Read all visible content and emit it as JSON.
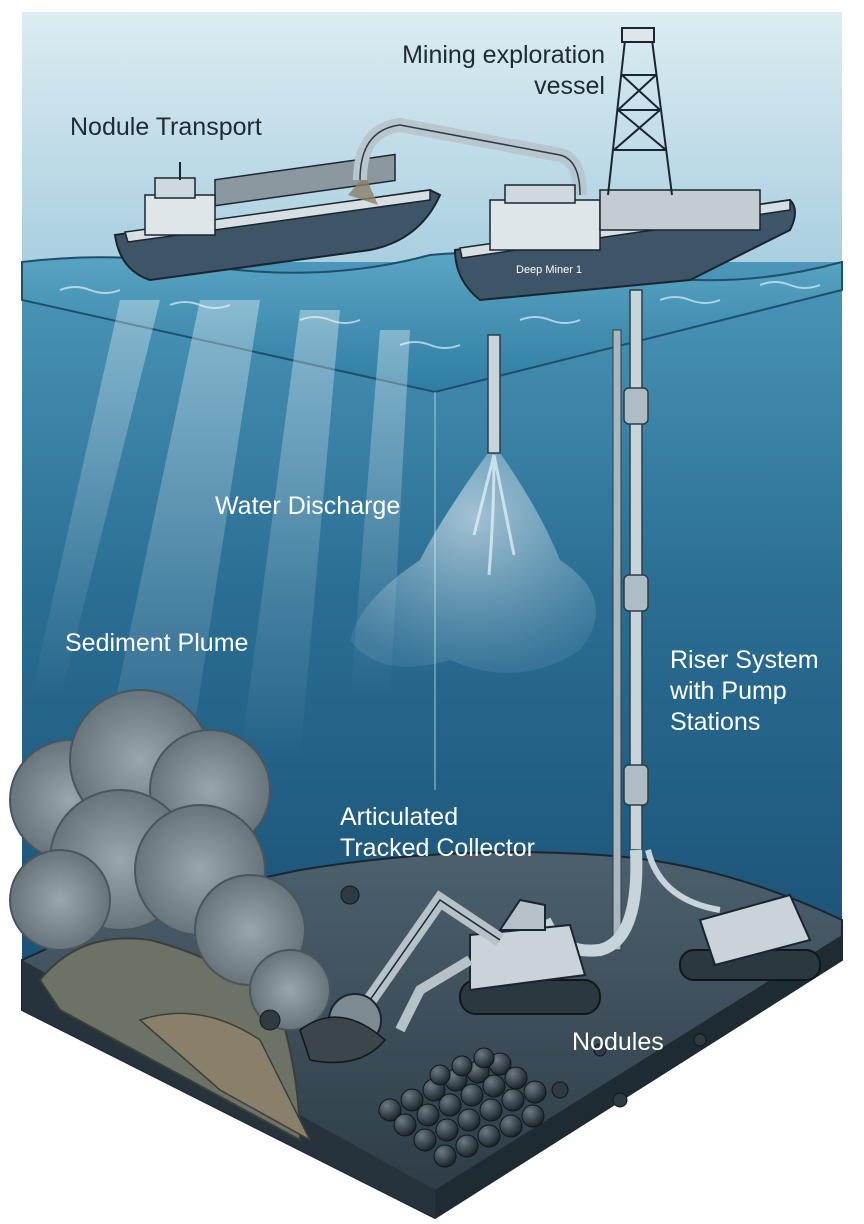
{
  "labels": {
    "mining_vessel": [
      "Mining exploration",
      "vessel"
    ],
    "nodule_transport": "Nodule Transport",
    "water_discharge": "Water Discharge",
    "sediment_plume": "Sediment Plume",
    "riser_system": [
      "Riser System",
      "with Pump",
      "Stations"
    ],
    "collector": [
      "Articulated",
      "Tracked Collector"
    ],
    "nodules": "Nodules"
  },
  "vessel_name": "Deep Miner 1",
  "colors": {
    "sky_top": "#dcecf2",
    "sky_bottom": "#a9cfe0",
    "sea_surface": "#3f8fb3",
    "sea_deep": "#123f63",
    "seabed": "#3a4d5a",
    "hull": "#3d5566",
    "label_dark": "#1f2a33",
    "label_light": "#ffffff"
  }
}
